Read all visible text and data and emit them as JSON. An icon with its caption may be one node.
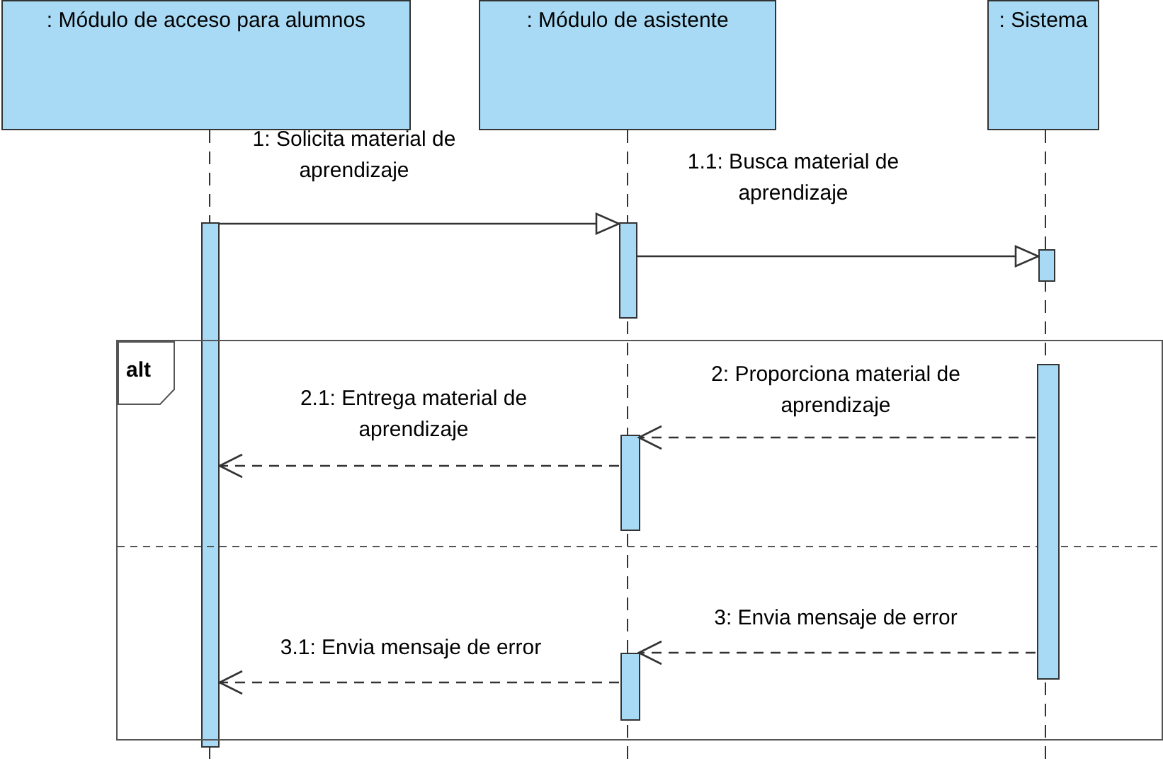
{
  "diagram": {
    "nodes": [
      {
        "text": [
          ": Módulo de acceso para alumnos"
        ]
      },
      {
        "text": [
          ": Módulo de asistente"
        ]
      },
      {
        "text": [
          ": Sistema"
        ]
      },
      {
        "text": [],
        "shape": "bar"
      },
      {
        "text": [],
        "shape": "bar"
      },
      {
        "text": [],
        "shape": "bar"
      },
      {
        "text": [
          "alt"
        ]
      },
      {
        "text": [],
        "shape": "bar",
        "in": 6
      },
      {
        "text": [],
        "shape": "bar",
        "in": 6
      },
      {
        "text": [],
        "shape": "bar",
        "in": 6
      }
    ],
    "edges": [
      {
        "from": 3,
        "to": 4,
        "arrow": "to",
        "label": "1: Solicita material de aprendizaje"
      },
      {
        "from": 4,
        "to": 5,
        "arrow": "to",
        "label": "1.1: Busca material de aprendizaje"
      },
      {
        "from": 7,
        "to": 8,
        "arrow": "to",
        "style": "dashed",
        "label": "2: Proporciona material de aprendizaje"
      },
      {
        "from": 8,
        "to": 3,
        "arrow": "to",
        "style": "dashed",
        "label": "2.1: Entrega material de aprendizaje"
      },
      {
        "from": 7,
        "to": 9,
        "arrow": "to",
        "style": "dashed",
        "label": "3: Envia mensaje de error"
      },
      {
        "from": 9,
        "to": 3,
        "arrow": "to",
        "style": "dashed",
        "label": "3.1: Envia mensaje de error"
      }
    ]
  }
}
